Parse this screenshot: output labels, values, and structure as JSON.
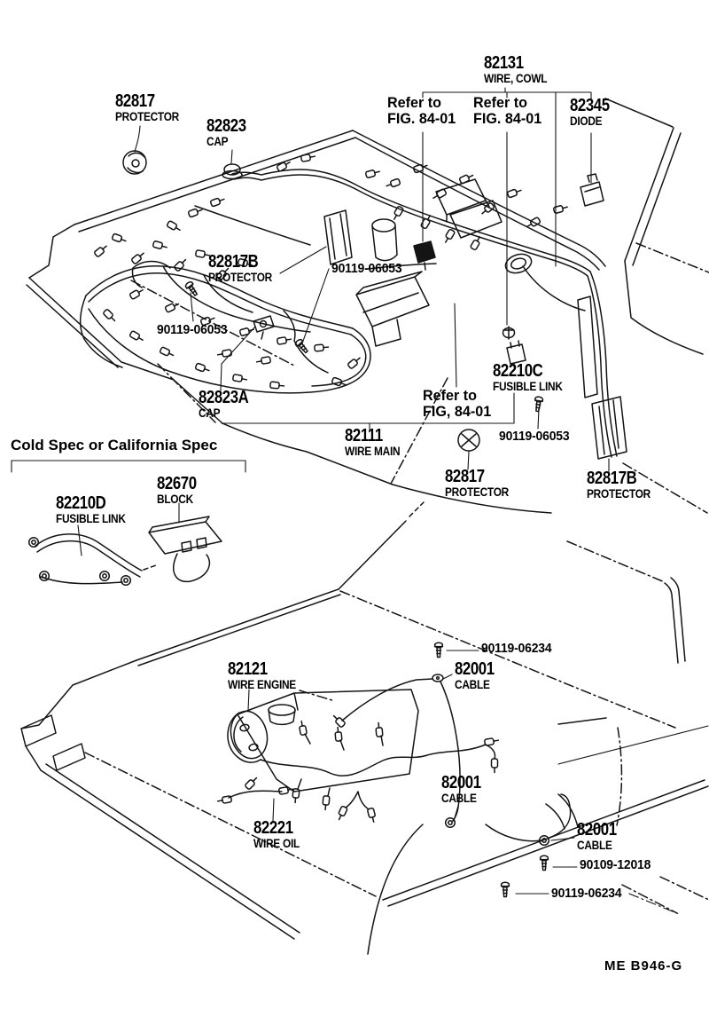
{
  "figure": {
    "footer_code": "ME  B946-G",
    "section_note": "Cold Spec or California Spec"
  },
  "labels": [
    {
      "id": "82817-1",
      "part": "82817",
      "desc": "PROTECTOR"
    },
    {
      "id": "82823",
      "part": "82823",
      "desc": "CAP"
    },
    {
      "id": "82131",
      "part": "82131",
      "desc": "WIRE, COWL"
    },
    {
      "id": "refer-1",
      "part": "Refer to",
      "desc": "FIG. 84-01"
    },
    {
      "id": "refer-2",
      "part": "Refer to",
      "desc": "FIG. 84-01"
    },
    {
      "id": "82345",
      "part": "82345",
      "desc": "DIODE"
    },
    {
      "id": "82817b-1",
      "part": "82817B",
      "desc": "PROTECTOR"
    },
    {
      "id": "90119-06053-1",
      "part": "90119-06053",
      "desc": ""
    },
    {
      "id": "90119-06053-2",
      "part": "90119-06053",
      "desc": ""
    },
    {
      "id": "82823a",
      "part": "82823A",
      "desc": "CAP"
    },
    {
      "id": "refer-3",
      "part": "Refer to",
      "desc": "FIG, 84-01"
    },
    {
      "id": "82111",
      "part": "82111",
      "desc": "WIRE MAIN"
    },
    {
      "id": "82210c",
      "part": "82210C",
      "desc": "FUSIBLE LINK"
    },
    {
      "id": "90119-06053-3",
      "part": "90119-06053",
      "desc": ""
    },
    {
      "id": "82817-2",
      "part": "82817",
      "desc": "PROTECTOR"
    },
    {
      "id": "82817b-2",
      "part": "82817B",
      "desc": "PROTECTOR"
    },
    {
      "id": "82210d",
      "part": "82210D",
      "desc": "FUSIBLE LINK"
    },
    {
      "id": "82670",
      "part": "82670",
      "desc": "BLOCK"
    },
    {
      "id": "82121",
      "part": "82121",
      "desc": "WIRE ENGINE"
    },
    {
      "id": "90119-06234-1",
      "part": "90119-06234",
      "desc": ""
    },
    {
      "id": "82001-1",
      "part": "82001",
      "desc": "CABLE"
    },
    {
      "id": "82221",
      "part": "82221",
      "desc": "WIRE OIL"
    },
    {
      "id": "82001-2",
      "part": "82001",
      "desc": "CABLE"
    },
    {
      "id": "82001-3",
      "part": "82001",
      "desc": "CABLE"
    },
    {
      "id": "90109-12018",
      "part": "90109-12018",
      "desc": ""
    },
    {
      "id": "90119-06234-2",
      "part": "90119-06234",
      "desc": ""
    }
  ]
}
